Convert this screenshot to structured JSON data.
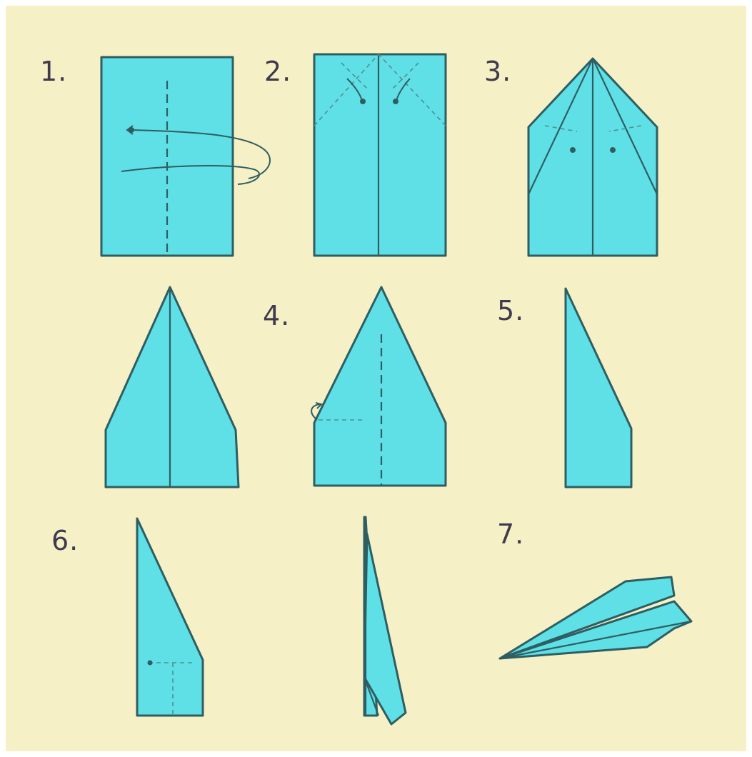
{
  "colors": {
    "background": "#f6f0c6",
    "paper": "#5fe0e6",
    "paper_shade": "#4fcfd6",
    "line": "#2e5e62",
    "label": "#3f3a4e"
  },
  "steps": [
    {
      "label": "1."
    },
    {
      "label": "2."
    },
    {
      "label": "3."
    },
    {
      "label": "4."
    },
    {
      "label": "5."
    },
    {
      "label": "6."
    },
    {
      "label": "7."
    }
  ]
}
